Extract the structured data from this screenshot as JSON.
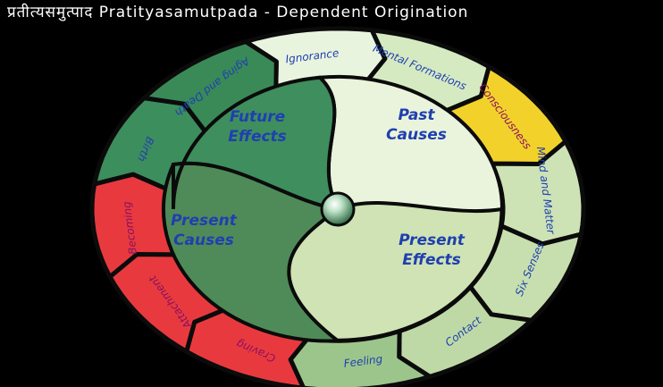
{
  "title": "प्रतीत्यसमुत्पाद  Pratityasamutpada  -  Dependent Origination",
  "colors": {
    "background": "#000000",
    "outline": "#0b0b0b",
    "label_blue": "#1f3fb0",
    "label_magenta": "#8a1060",
    "accent_yellow": "#f2d22a",
    "accent_red": "#e83a3e"
  },
  "core": [
    {
      "id": "past-causes",
      "line1": "Past",
      "line2": "Causes",
      "color": "#eaf4dc"
    },
    {
      "id": "present-effects",
      "line1": "Present",
      "line2": "Effects",
      "color": "#cfe3b4"
    },
    {
      "id": "present-causes",
      "line1": "Present",
      "line2": "Causes",
      "color": "#4f8b58"
    },
    {
      "id": "future-effects",
      "line1": "Future",
      "line2": "Effects",
      "color": "#3f8e5e"
    }
  ],
  "links": [
    {
      "id": "ignorance",
      "label": "Ignorance",
      "color": "#e9f4df",
      "text": "label_blue"
    },
    {
      "id": "mental-formations",
      "label": "Mental Formations",
      "color": "#d6eac2",
      "text": "label_blue"
    },
    {
      "id": "consciousness",
      "label": "Consciousness",
      "color": "#f2d22a",
      "text": "label_magenta"
    },
    {
      "id": "mind-and-matter",
      "label": "Mind and Matter",
      "color": "#cde3b6",
      "text": "label_blue"
    },
    {
      "id": "six-senses",
      "label": "Six Senses",
      "color": "#c7dfae",
      "text": "label_blue"
    },
    {
      "id": "contact",
      "label": "Contact",
      "color": "#bfd9a6",
      "text": "label_blue"
    },
    {
      "id": "feeling",
      "label": "Feeling",
      "color": "#9cc58c",
      "text": "label_blue"
    },
    {
      "id": "craving",
      "label": "Craving",
      "color": "#e83a3e",
      "text": "label_magenta"
    },
    {
      "id": "attachment",
      "label": "Attachment",
      "color": "#e83a3e",
      "text": "label_magenta"
    },
    {
      "id": "becoming",
      "label": "Becoming",
      "color": "#e83a3e",
      "text": "label_magenta"
    },
    {
      "id": "birth",
      "label": "Birth",
      "color": "#3d8e5d",
      "text": "label_blue"
    },
    {
      "id": "aging-and-death",
      "label": "Aging and Death",
      "color": "#3a8a58",
      "text": "label_blue"
    }
  ]
}
